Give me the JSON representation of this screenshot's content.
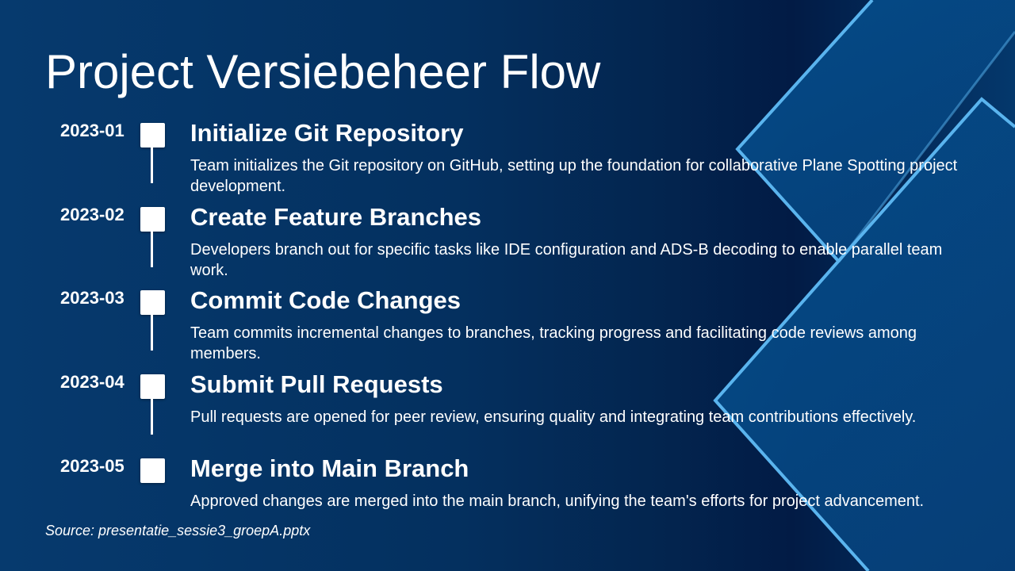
{
  "slide": {
    "title": "Project Versiebeheer Flow",
    "source": "Source: presentatie_sessie3_groepA.pptx",
    "colors": {
      "background": "#03254f",
      "accent_line": "#5ab4ee",
      "marker": "#ffffff"
    },
    "timeline": [
      {
        "date": "2023-01",
        "title": "Initialize Git Repository",
        "description": "Team initializes the Git repository on GitHub, setting up the foundation for collaborative Plane Spotting project development."
      },
      {
        "date": "2023-02",
        "title": "Create Feature Branches",
        "description": "Developers branch out for specific tasks like IDE configuration and ADS-B decoding to enable parallel team work."
      },
      {
        "date": "2023-03",
        "title": "Commit Code Changes",
        "description": "Team commits incremental changes to branches, tracking progress and facilitating code reviews among members."
      },
      {
        "date": "2023-04",
        "title": "Submit Pull Requests",
        "description": "Pull requests are opened for peer review, ensuring quality and integrating team contributions effectively."
      },
      {
        "date": "2023-05",
        "title": "Merge into Main Branch",
        "description": "Approved changes are merged into the main branch, unifying the team's efforts for project advancement."
      }
    ]
  }
}
